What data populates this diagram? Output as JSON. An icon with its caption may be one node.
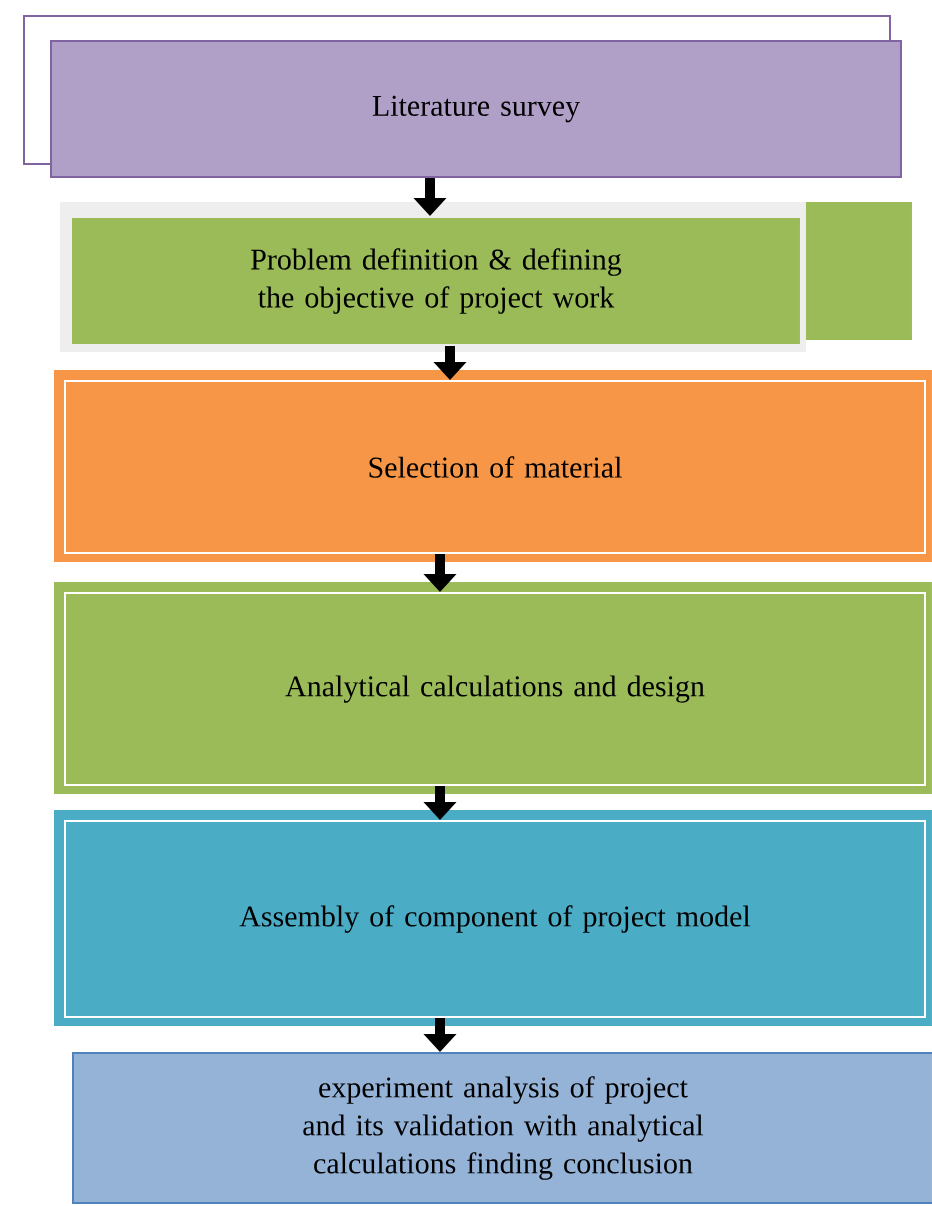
{
  "diagram": {
    "nodes": [
      {
        "text": [
          "Literature survey"
        ]
      },
      {
        "text": [
          "Problem definition & defining the objective of project work"
        ]
      },
      {
        "text": [
          "Selection of material"
        ]
      },
      {
        "text": [
          "Analytical calculations and design"
        ]
      },
      {
        "text": [
          "Assembly of component of project model"
        ]
      },
      {
        "text": [
          "experiment analysis of project and its validation with analytical calculations finding conclusion"
        ]
      }
    ],
    "edges": [
      {
        "from": 0,
        "to": 1,
        "arrow": "to"
      },
      {
        "from": 1,
        "to": 2,
        "arrow": "to"
      },
      {
        "from": 2,
        "to": 3,
        "arrow": "to"
      },
      {
        "from": 3,
        "to": 4,
        "arrow": "to"
      },
      {
        "from": 4,
        "to": 5,
        "arrow": "to"
      }
    ]
  }
}
